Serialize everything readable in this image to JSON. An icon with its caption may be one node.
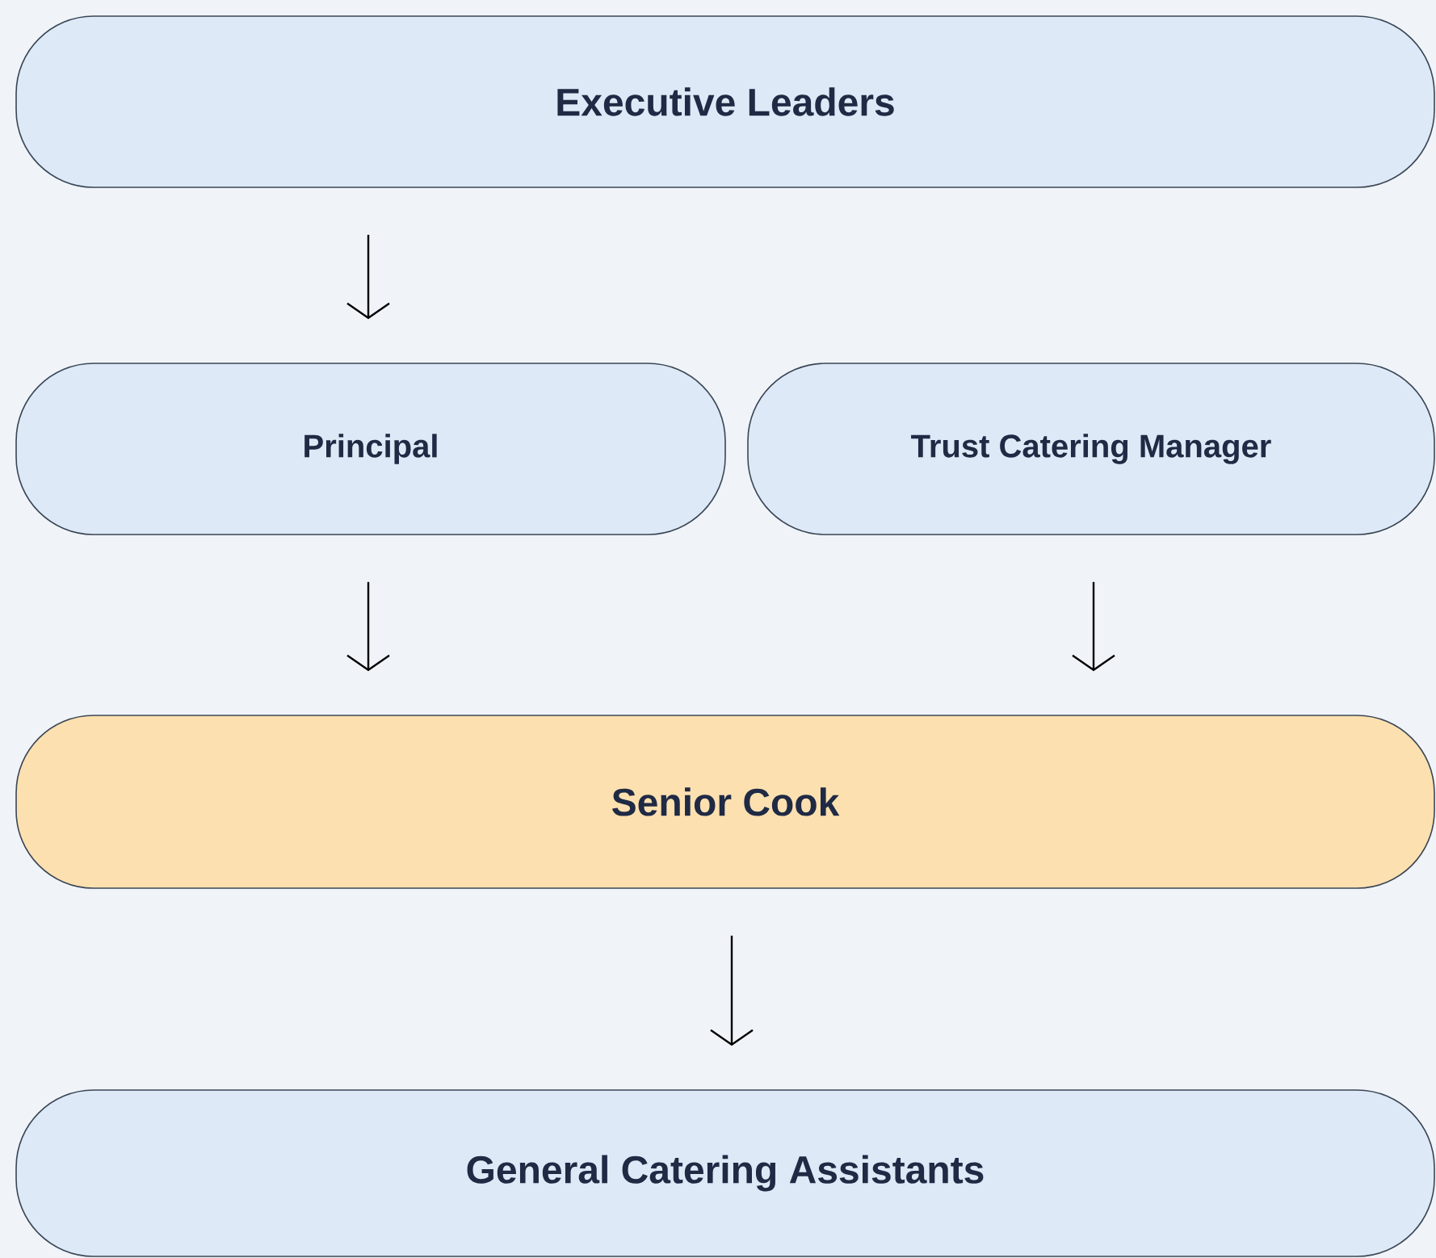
{
  "diagram": {
    "nodes": [
      {
        "text": [
          "Executive Leaders"
        ]
      },
      {
        "text": [
          "Principal"
        ]
      },
      {
        "text": [
          "Trust Catering Manager"
        ]
      },
      {
        "text": [
          "Senior Cook"
        ]
      },
      {
        "text": [
          "General Catering Assistants"
        ]
      }
    ],
    "edges": [
      {
        "from": 0,
        "to": 1,
        "arrow": "to"
      },
      {
        "from": 1,
        "to": 3,
        "arrow": "to"
      },
      {
        "from": 2,
        "to": 3,
        "arrow": "to"
      },
      {
        "from": 3,
        "to": 4,
        "arrow": "to"
      }
    ]
  }
}
